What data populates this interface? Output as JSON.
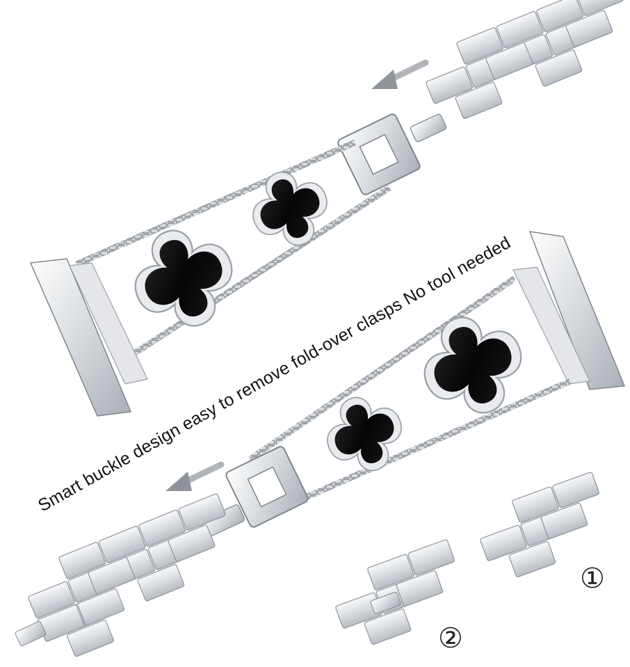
{
  "caption": "Smart buckle design easy to remove fold-over clasps No tool needed",
  "labels": {
    "one": "①",
    "two": "②"
  },
  "colors": {
    "background": "#ffffff",
    "steel_light": "#eef0f2",
    "steel_mid": "#c9cdd2",
    "steel_dark": "#8e949b",
    "gem_black": "#0b0b0b",
    "arrow_gray": "#9a9ea4",
    "text": "#111111"
  },
  "icons": {
    "arrow_top": "arrow-left-icon",
    "arrow_bottom": "arrow-left-icon"
  }
}
